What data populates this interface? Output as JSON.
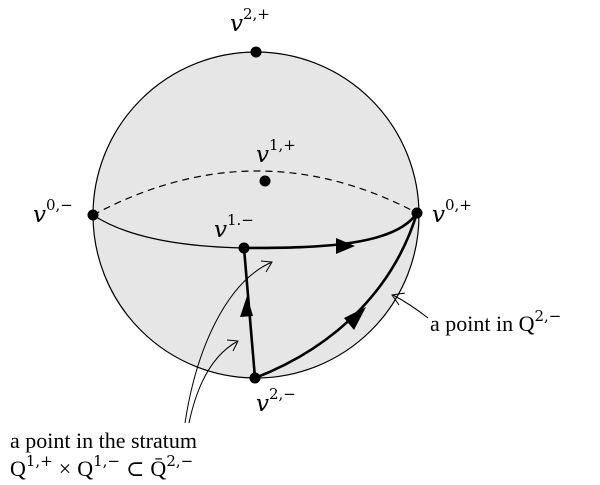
{
  "vertices": {
    "v2_plus": {
      "base": "v",
      "sup": "2,+"
    },
    "v1_plus": {
      "base": "v",
      "sup": "1,+"
    },
    "v0_minus": {
      "base": "v",
      "sup": "0,−"
    },
    "v0_plus": {
      "base": "v",
      "sup": "0,+"
    },
    "v1_minus": {
      "base": "v",
      "sup": "1.−"
    },
    "v2_minus": {
      "base": "v",
      "sup": "2,−"
    }
  },
  "annotations": {
    "right_point": {
      "text": "a point in ",
      "set": {
        "base": "Q",
        "sup": "2,−"
      }
    },
    "stratum": {
      "line1": "a point in the stratum",
      "q1": {
        "base": "Q",
        "sup": "1,+"
      },
      "times": "×",
      "q2": {
        "base": "Q",
        "sup": "1,−"
      },
      "subset": "⊂",
      "q3": {
        "base": "Q̄",
        "sup": "2,−"
      }
    }
  },
  "colors": {
    "sphere_fill": "#e6e6e6",
    "stroke": "#000000"
  }
}
